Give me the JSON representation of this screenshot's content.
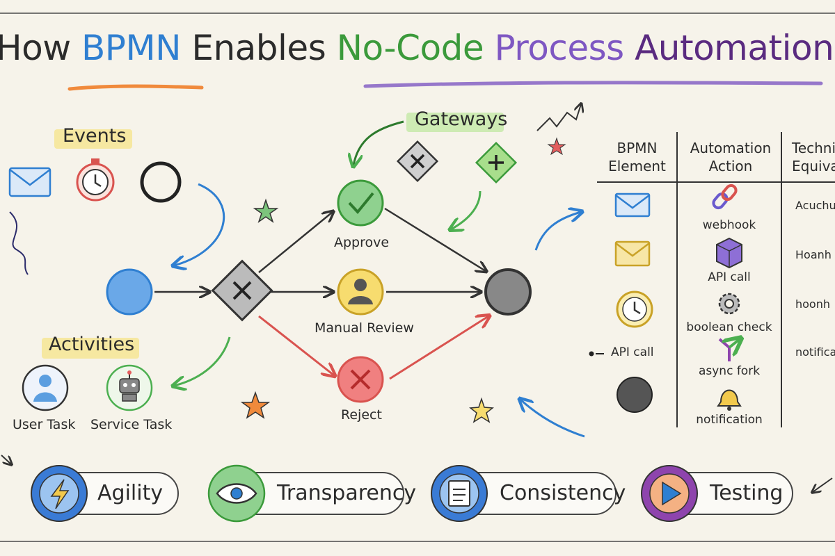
{
  "title": {
    "part1": "How ",
    "part2": "BPMN",
    "part3": " Enables ",
    "part4": "No-Code",
    "part5": " Process ",
    "part6": "Automation",
    "colors": {
      "bpmn": "#2f7fd1",
      "nocode": "#3b9a3b",
      "process": "#8a4ec2",
      "automation": "#6a2f97"
    }
  },
  "sections": {
    "events": "Events",
    "gateways": "Gateways",
    "activities": "Activities"
  },
  "tasks": {
    "user": "User Task",
    "service": "Service Task"
  },
  "flow": {
    "approve": "Approve",
    "review": "Manual Review",
    "reject": "Reject"
  },
  "table": {
    "headers": [
      "BPMN Element",
      "Automation Action",
      "Technical Equivalent"
    ],
    "actions": [
      "webhook",
      "API call",
      "boolean check",
      "async fork",
      "notification"
    ],
    "tech": [
      "Acuchu",
      "Hoanh",
      "hoonh",
      "notifica"
    ],
    "left_note": "API call"
  },
  "benefits": [
    {
      "label": "Agility",
      "icon": "lightning-icon",
      "color": "#3a7bd5"
    },
    {
      "label": "Transparency",
      "icon": "eye-icon",
      "color": "#4caf50"
    },
    {
      "label": "Consistency",
      "icon": "clipboard-icon",
      "color": "#3a7bd5"
    },
    {
      "label": "Testing",
      "icon": "play-icon",
      "color": "#8e44ad"
    }
  ],
  "colors": {
    "blue": "#5b9ee0",
    "green": "#5cb85c",
    "yellow": "#f2c94c",
    "red": "#e35d5d",
    "orange": "#f08a3c",
    "purple": "#8e44ad",
    "gray": "#777777"
  }
}
